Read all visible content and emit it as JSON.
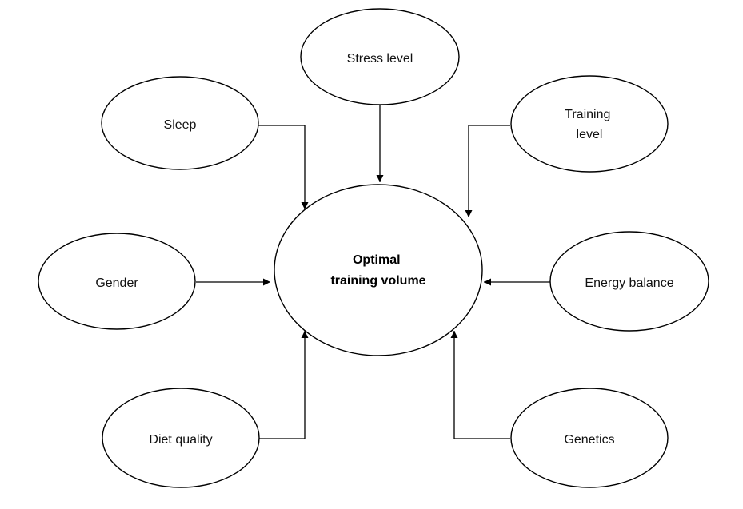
{
  "diagram": {
    "center": {
      "lines": [
        "Optimal",
        "training volume"
      ]
    },
    "factors": {
      "stress": {
        "lines": [
          "Stress level"
        ]
      },
      "sleep": {
        "lines": [
          "Sleep"
        ]
      },
      "training": {
        "lines": [
          "Training",
          "level"
        ]
      },
      "gender": {
        "lines": [
          "Gender"
        ]
      },
      "energy": {
        "lines": [
          "Energy balance"
        ]
      },
      "diet": {
        "lines": [
          "Diet quality"
        ]
      },
      "genetics": {
        "lines": [
          "Genetics"
        ]
      }
    },
    "colors": {
      "stroke": "#000000",
      "fill": "#ffffff",
      "text": "#111111"
    }
  }
}
